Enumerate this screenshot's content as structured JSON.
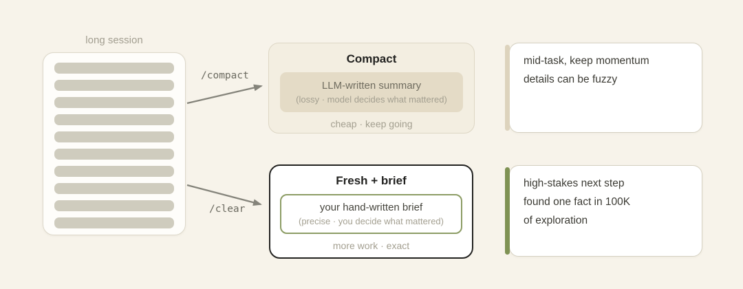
{
  "palette": {
    "background": "#f7f3ea",
    "card_white": "#ffffff",
    "document_bar_gray": "#cfccbe",
    "compact_fill": "#f3eee1",
    "compact_inner_fill": "#e4dbc6",
    "fresh_border_dark": "#222220",
    "green_accent": "#7f9254",
    "green_inner_border": "#8c9c64",
    "tan_accent": "#ddd3bd",
    "arrow_gray": "#85847b",
    "muted_text": "#a39f90",
    "dark_text": "#222220"
  },
  "document": {
    "label": "long session",
    "line_count": 10
  },
  "arrows": {
    "compact": {
      "label": "/compact"
    },
    "clear": {
      "label": "/clear"
    }
  },
  "compact_box": {
    "title": "Compact",
    "inner_title": "LLM-written summary",
    "inner_note": "(lossy · model decides what mattered)",
    "footer": "cheap · keep going"
  },
  "fresh_box": {
    "title": "Fresh + brief",
    "inner_title": "your hand-written brief",
    "inner_note": "(precise · you decide what mattered)",
    "footer": "more work · exact"
  },
  "notes": [
    {
      "id": "compact-note",
      "accent_color": "#ddd3bd",
      "lines": [
        "mid-task, keep momentum",
        "details can be fuzzy"
      ]
    },
    {
      "id": "clear-note",
      "accent_color": "#7f9254",
      "lines": [
        "high-stakes next step",
        "found one fact in 100K",
        "of exploration"
      ]
    }
  ]
}
